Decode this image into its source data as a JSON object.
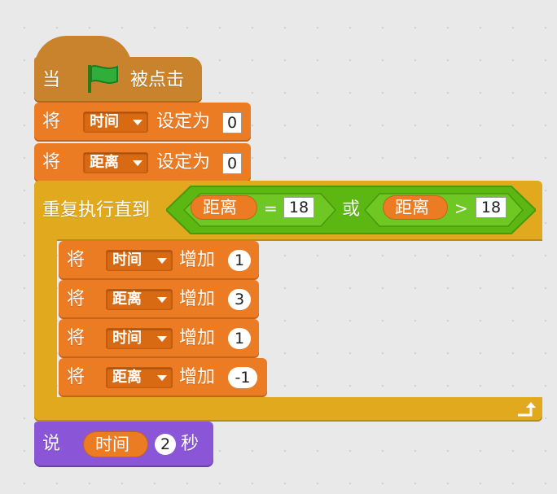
{
  "event": {
    "prefix": "当",
    "suffix": "被点击"
  },
  "sets": [
    {
      "verb": "将",
      "var": "时间",
      "mid": "设定为",
      "value": "0"
    },
    {
      "verb": "将",
      "var": "距离",
      "mid": "设定为",
      "value": "0"
    }
  ],
  "repeat": {
    "label": "重复执行直到",
    "left": {
      "var": "距离",
      "op": "=",
      "value": "18"
    },
    "joiner": "或",
    "right": {
      "var": "距离",
      "op": ">",
      "value": "18"
    }
  },
  "changes": [
    {
      "verb": "将",
      "var": "时间",
      "mid": "增加",
      "value": "1"
    },
    {
      "verb": "将",
      "var": "距离",
      "mid": "增加",
      "value": "3"
    },
    {
      "verb": "将",
      "var": "时间",
      "mid": "增加",
      "value": "1"
    },
    {
      "verb": "将",
      "var": "距离",
      "mid": "增加",
      "value": "-1"
    }
  ],
  "say": {
    "verb": "说",
    "var": "时间",
    "secs": "2",
    "unit": "秒"
  },
  "colors": {
    "event": "#c8832c",
    "data": "#ec7c24",
    "control": "#e0a91e",
    "operators": "#5cb712",
    "looks": "#8a55d7",
    "flag": "#2fae3a"
  },
  "icons": {
    "flag": "green-flag-icon",
    "loop_arrow": "loop-arrow-icon"
  }
}
